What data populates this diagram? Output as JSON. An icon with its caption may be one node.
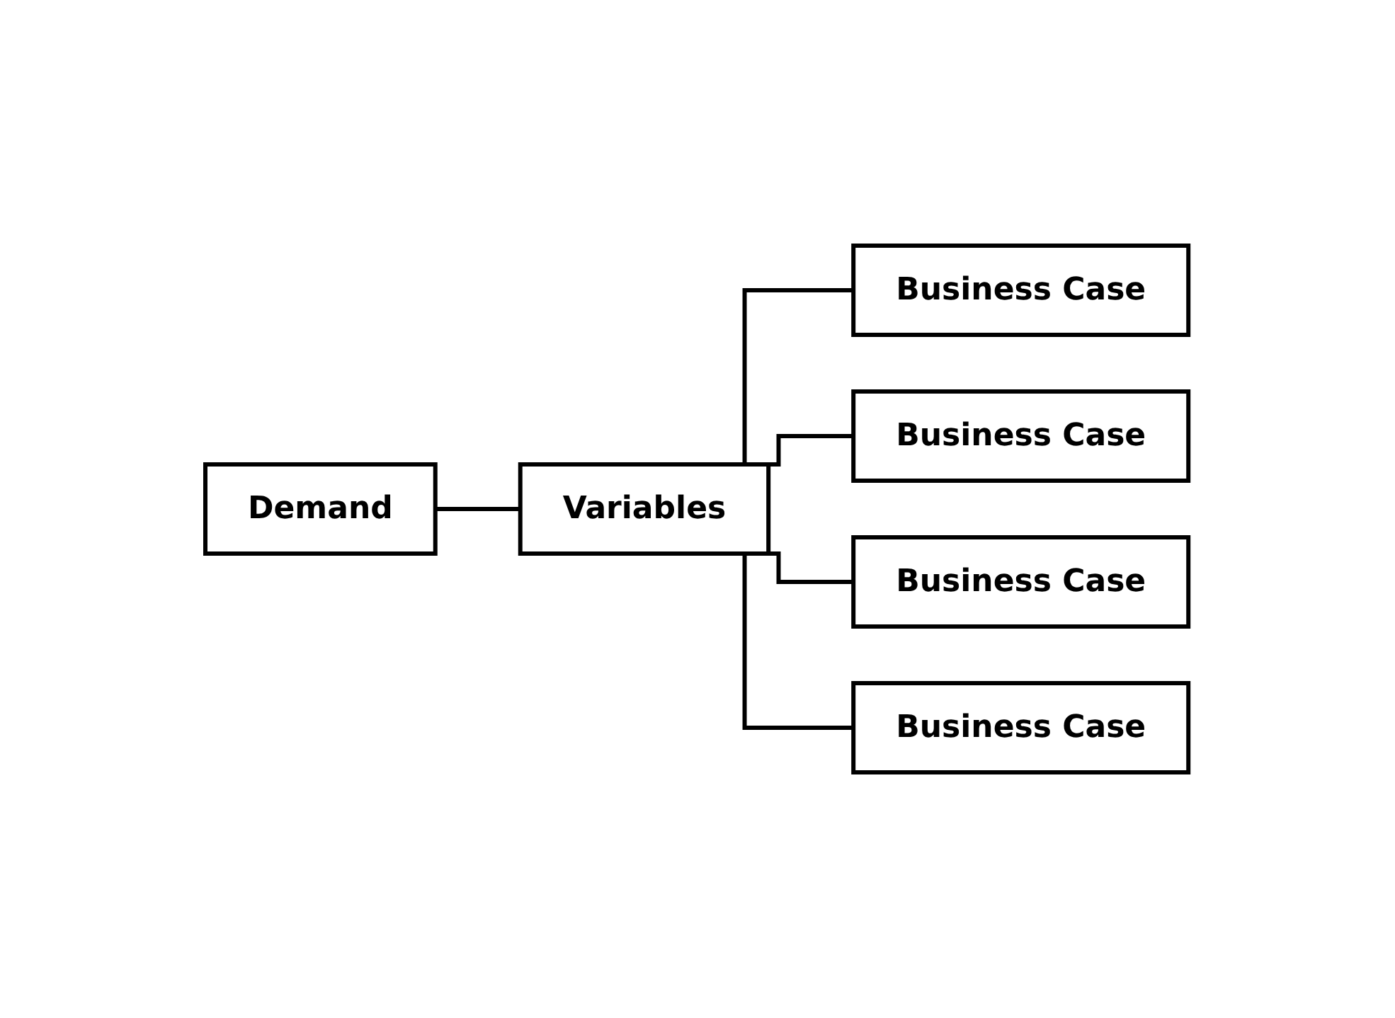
{
  "diagram": {
    "nodes": [
      {
        "text": [
          "Demand"
        ]
      },
      {
        "text": [
          "Variables"
        ]
      },
      {
        "text": [
          "Business Case"
        ]
      },
      {
        "text": [
          "Business Case"
        ]
      },
      {
        "text": [
          "Business Case"
        ]
      },
      {
        "text": [
          "Business Case"
        ]
      }
    ],
    "edges": [
      {
        "from": 0,
        "to": 1,
        "arrow": "none"
      },
      {
        "from": 1,
        "to": 2,
        "arrow": "none"
      },
      {
        "from": 1,
        "to": 3,
        "arrow": "none"
      },
      {
        "from": 1,
        "to": 4,
        "arrow": "none"
      },
      {
        "from": 1,
        "to": 5,
        "arrow": "none"
      }
    ]
  }
}
